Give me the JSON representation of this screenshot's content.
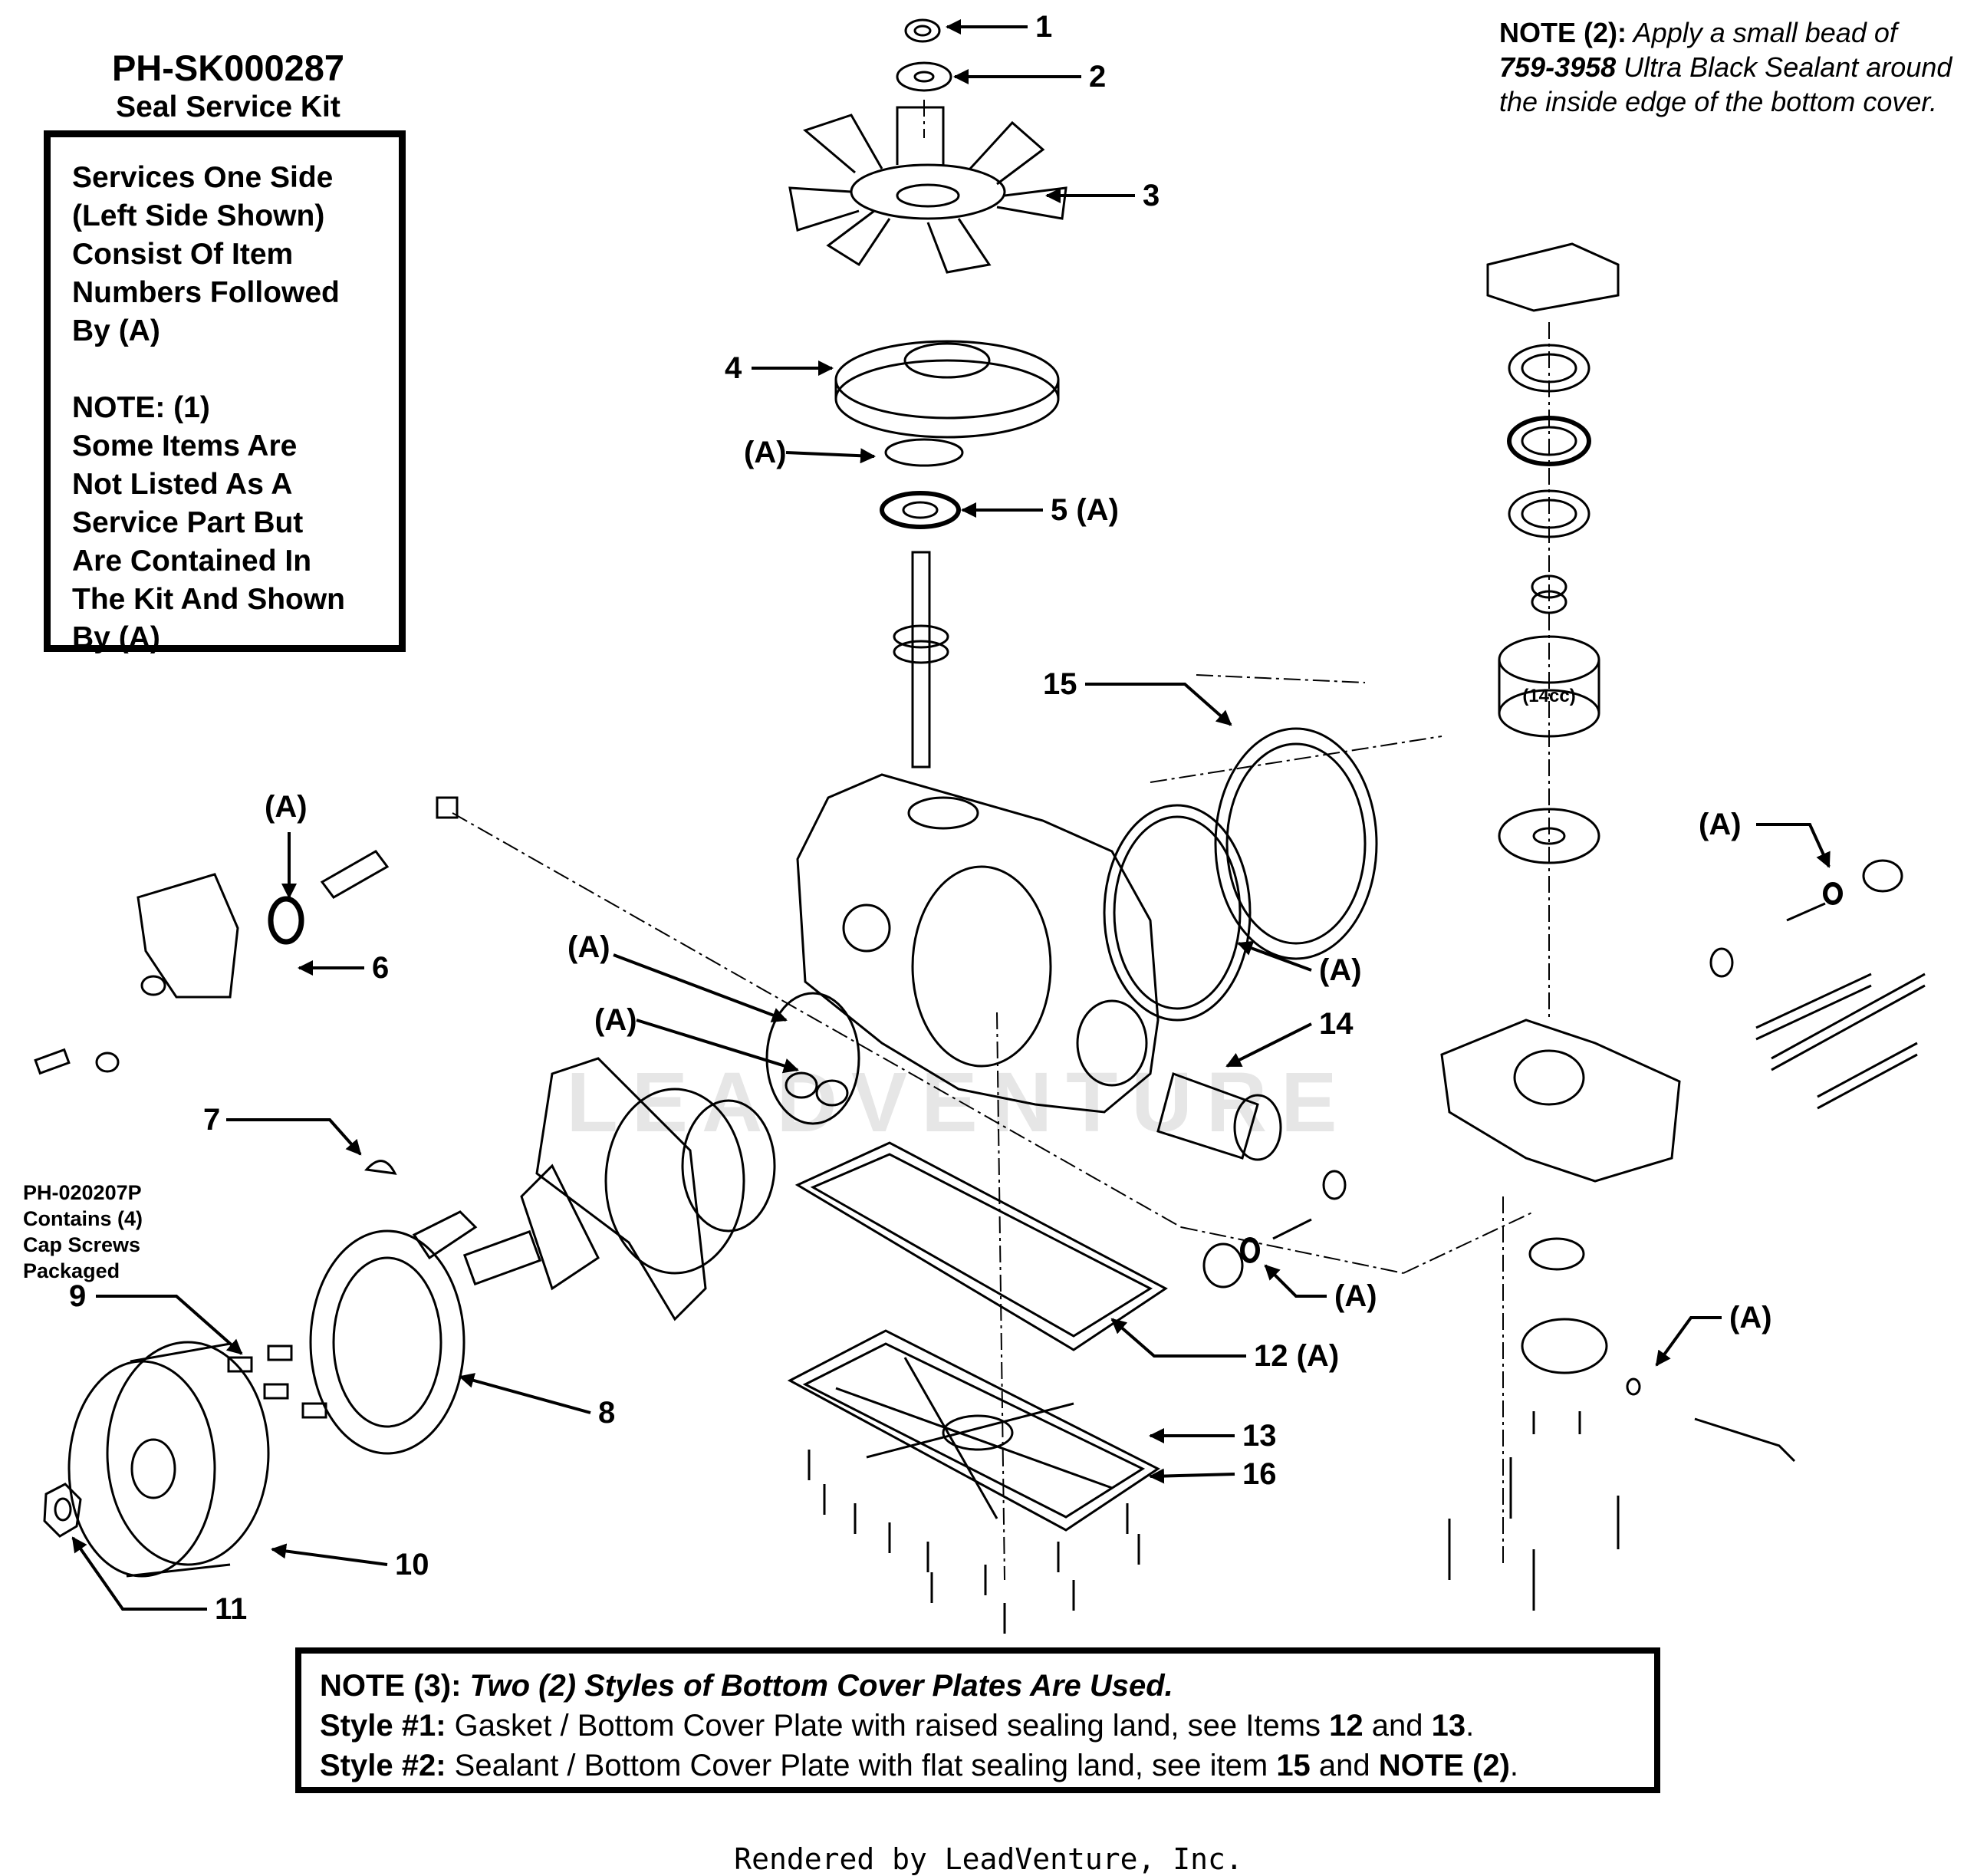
{
  "kit": {
    "title": "PH-SK000287",
    "subtitle": "Seal Service Kit",
    "box_text": "Services One Side\n(Left Side Shown)\nConsist Of Item\nNumbers Followed\nBy (A)",
    "note1_heading": "NOTE: (1)",
    "note1_text": "Some Items Are\nNot Listed As A\nService Part But\nAre Contained In\nThe Kit And Shown\nBy (A)"
  },
  "note2": {
    "label": "NOTE (2):",
    "text_a": " Apply a small bead of ",
    "part": "759-3958",
    "text_b": " Ultra Black Sealant around the inside edge of the bottom cover."
  },
  "ph_note": "PH-020207P\nContains (4)\nCap Screws\nPackaged",
  "note3": {
    "label": "NOTE (3):",
    "heading": " Two (2) Styles of Bottom Cover Plates Are Used.",
    "style1_label": "Style #1:",
    "style1_text": " Gasket / Bottom Cover Plate with raised sealing land, see Items ",
    "style1_item_a": "12",
    "style1_and": " and ",
    "style1_item_b": "13",
    "style1_end": ".",
    "style2_label": "Style #2:",
    "style2_text": " Sealant / Bottom Cover Plate with flat sealing land, see item ",
    "style2_item": "15",
    "style2_and": " and ",
    "style2_note": "NOTE (2)",
    "style2_end": "."
  },
  "pump_label": "(14cc)",
  "watermark": "LEADVENTURE",
  "footer": "Rendered by LeadVenture, Inc.",
  "callouts": [
    {
      "id": "c1",
      "text": "1"
    },
    {
      "id": "c2",
      "text": "2"
    },
    {
      "id": "c3",
      "text": "3"
    },
    {
      "id": "c4",
      "text": "4"
    },
    {
      "id": "cA1",
      "text": "(A)"
    },
    {
      "id": "c5",
      "text": "5 (A)"
    },
    {
      "id": "c15",
      "text": "15"
    },
    {
      "id": "cA2",
      "text": "(A)"
    },
    {
      "id": "c6",
      "text": "6"
    },
    {
      "id": "cA3",
      "text": "(A)"
    },
    {
      "id": "cA4",
      "text": "(A)"
    },
    {
      "id": "cA5",
      "text": "(A)"
    },
    {
      "id": "c14",
      "text": "14"
    },
    {
      "id": "cA6",
      "text": "(A)"
    },
    {
      "id": "c7",
      "text": "7"
    },
    {
      "id": "c9",
      "text": "9"
    },
    {
      "id": "cA7",
      "text": "(A)"
    },
    {
      "id": "c12",
      "text": "12 (A)"
    },
    {
      "id": "cA8",
      "text": "(A)"
    },
    {
      "id": "c8",
      "text": "8"
    },
    {
      "id": "c13",
      "text": "13"
    },
    {
      "id": "c16",
      "text": "16"
    },
    {
      "id": "c10",
      "text": "10"
    },
    {
      "id": "c11",
      "text": "11"
    }
  ]
}
